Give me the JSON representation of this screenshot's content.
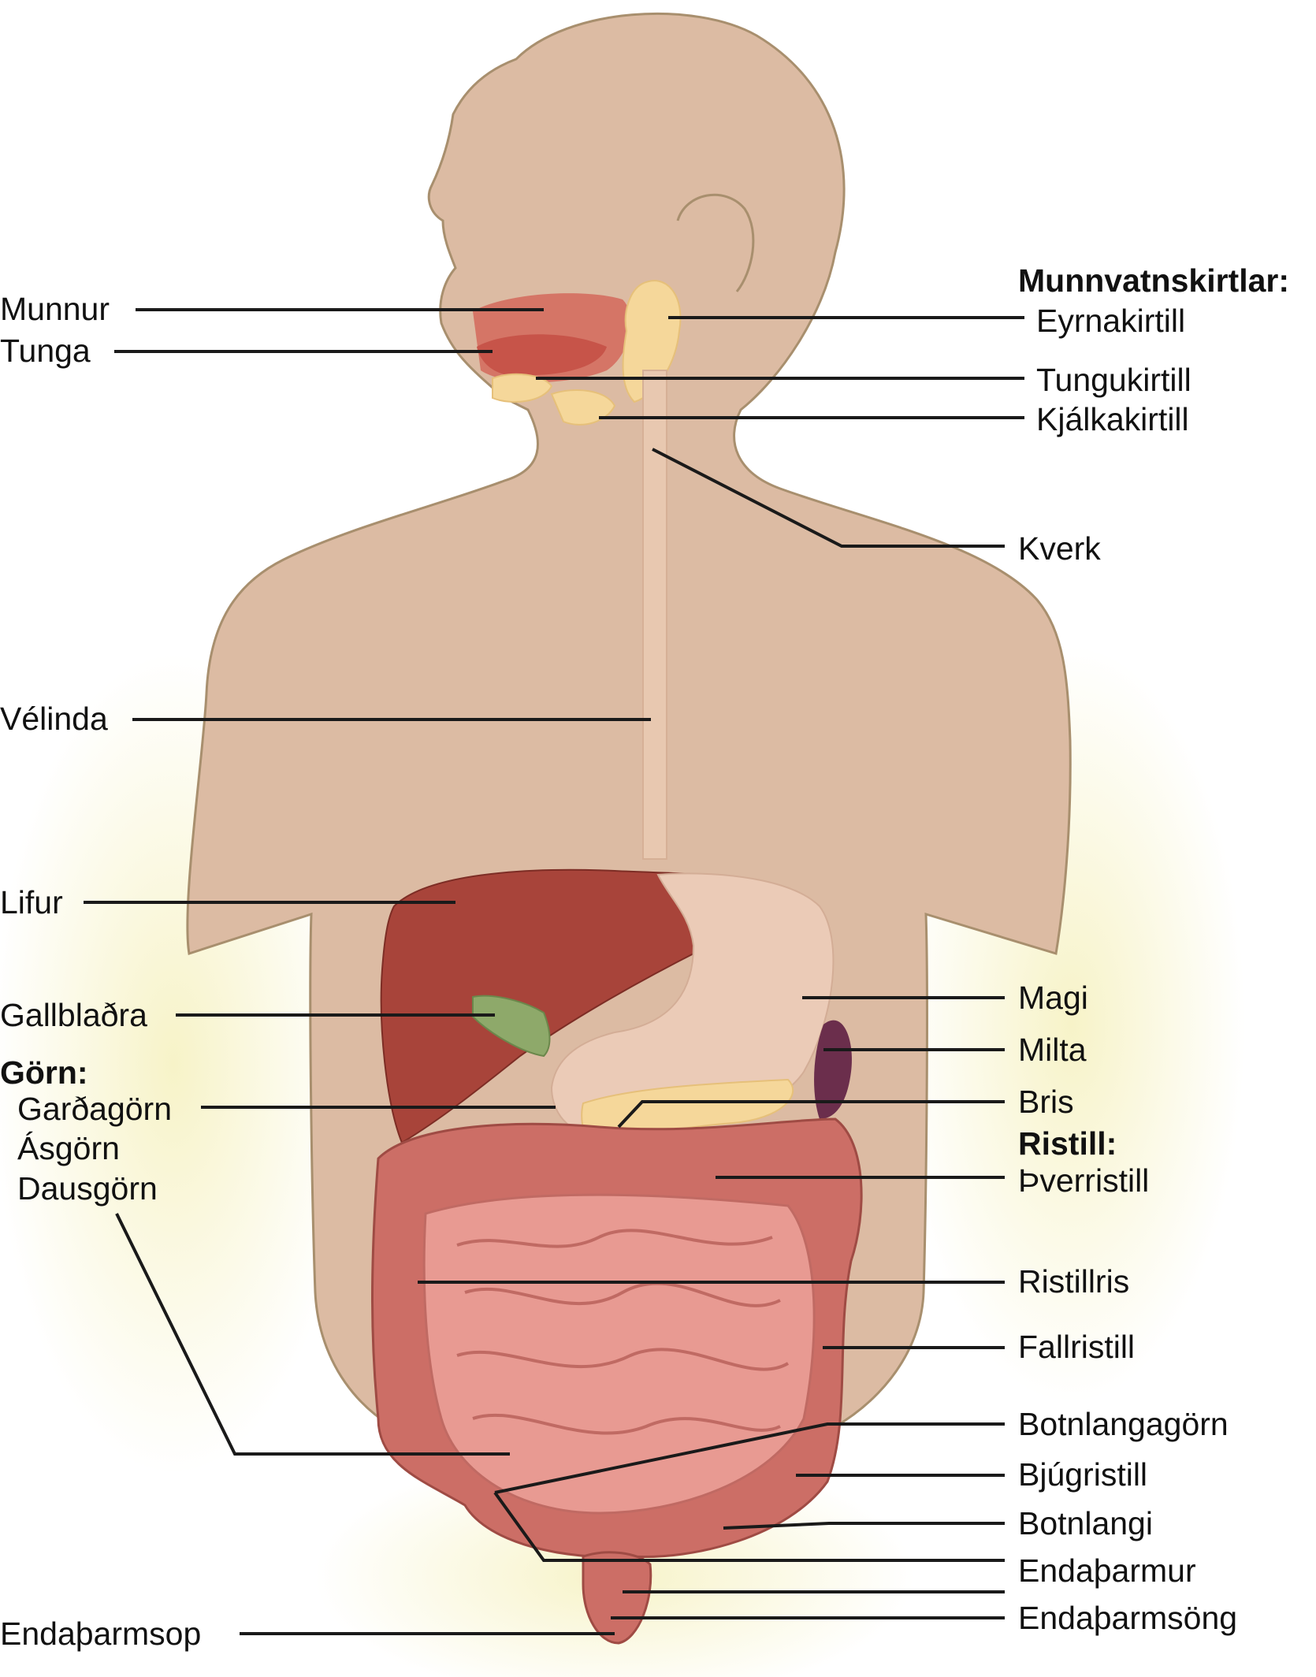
{
  "labels": {
    "munnur": "Munnur",
    "tunga": "Tunga",
    "munnvatnskirtlar": "Munnvatnskirtlar:",
    "eyrnakirtill": "Eyrnakirtill",
    "tungukirtill": "Tungukirtill",
    "kjalkakirtill": "Kjálkakirtill",
    "kverk": "Kverk",
    "velinda": "Vélinda",
    "lifur": "Lifur",
    "gallbladra": "Gallblaðra",
    "gorn": "Görn:",
    "gardagorn": "Garðagörn",
    "asgorn": "Ásgörn",
    "dausgorn": "Dausgörn",
    "magi": "Magi",
    "milta": "Milta",
    "bris": "Bris",
    "ristill": "Ristill:",
    "verristill": "Þverristill",
    "ristillris": "Ristillris",
    "fallristill": "Fallristill",
    "botnlangagorn": "Botnlangagörn",
    "bjugristill": "Bjúgristill",
    "botnlangi": "Botnlangi",
    "endatharmur": "Endaþarmur",
    "endatharmsong": "Endaþarmsöng",
    "endatharmsop": "Endaþarmsop"
  },
  "colors": {
    "skin": "#dcbba3",
    "skin_outline": "#a88f6e",
    "liver": "#a8443a",
    "colon": "#cc6e66",
    "small_intestine": "#e89a92",
    "stomach": "#ebcbb7",
    "spleen": "#6b2e4c",
    "gallbladder": "#8ea96a",
    "gland": "#f5d79a",
    "leader_line": "#1a1a1a"
  }
}
